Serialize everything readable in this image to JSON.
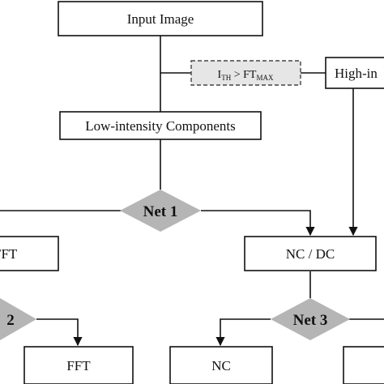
{
  "diagram": {
    "input_image": "Input Image",
    "threshold": {
      "left_main": "I",
      "left_sub": "TH",
      "op": " > FT",
      "right_sub": "MAX"
    },
    "high_intensity": "High-in",
    "low_intensity": "Low-intensity Components",
    "net1": "Net 1",
    "fft_left": "FFT",
    "nc_dc": "NC / DC",
    "net2_partial": "2",
    "net3": "Net 3",
    "fft_bottom": "FFT",
    "nc_bottom": "NC"
  },
  "colors": {
    "diamond_fill": "#b5b5b5",
    "dashed_box_fill": "#e6e6e6",
    "stroke": "#111111"
  }
}
